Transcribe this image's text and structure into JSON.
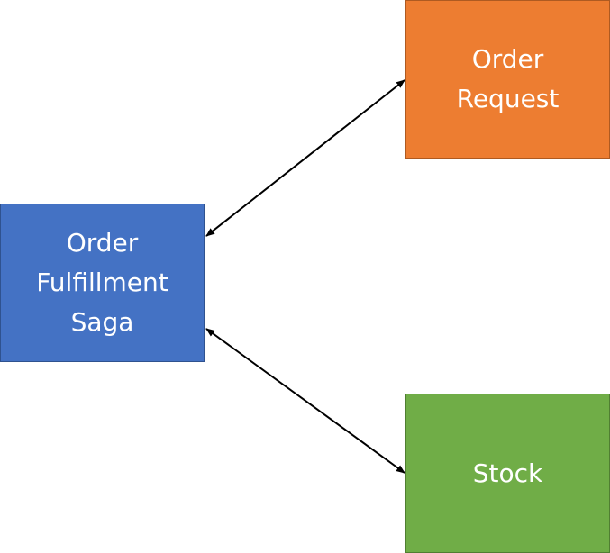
{
  "nodes": {
    "saga": {
      "lines": [
        "Order",
        "Fulfillment",
        "Saga"
      ],
      "fill": "#4472c4"
    },
    "request": {
      "lines": [
        "Order",
        "Request"
      ],
      "fill": "#ed7d31"
    },
    "stock": {
      "lines": [
        "Stock"
      ],
      "fill": "#70ad47"
    }
  },
  "edges": [
    {
      "from": "saga",
      "to": "request",
      "direction": "both"
    },
    {
      "from": "saga",
      "to": "stock",
      "direction": "both"
    }
  ],
  "colors": {
    "arrow": "#000000"
  }
}
